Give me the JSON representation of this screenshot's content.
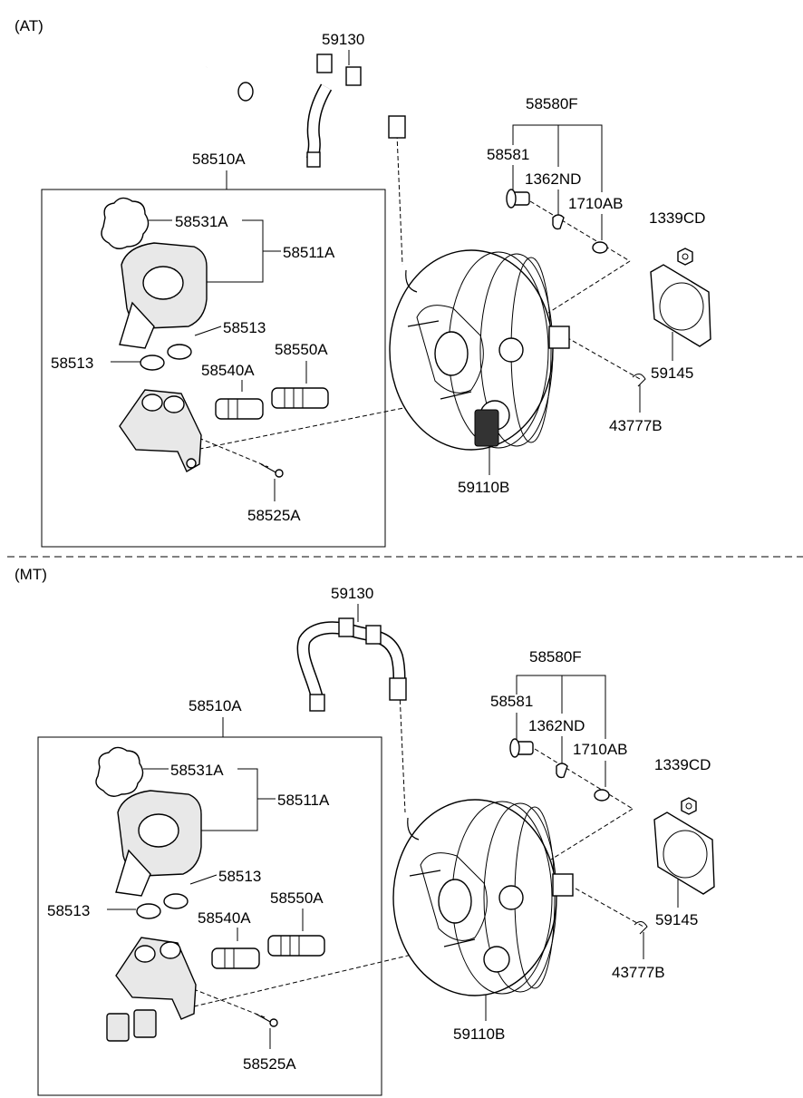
{
  "sections": [
    {
      "title": "(AT)",
      "labels": {
        "hose": "59130",
        "master_cyl_assy": "58510A",
        "cap": "58531A",
        "reservoir": "58511A",
        "grommet_upper": "58513",
        "grommet_left": "58513",
        "piston_secondary": "58540A",
        "piston_primary": "58550A",
        "bolt": "58525A",
        "booster": "59110B",
        "pin_kit": "58580F",
        "pin": "58581",
        "clip": "1362ND",
        "washer": "1710AB",
        "nut": "1339CD",
        "gasket": "59145",
        "snap_pin": "43777B"
      }
    },
    {
      "title": "(MT)",
      "labels": {
        "hose": "59130",
        "master_cyl_assy": "58510A",
        "cap": "58531A",
        "reservoir": "58511A",
        "grommet_upper": "58513",
        "grommet_left": "58513",
        "piston_secondary": "58540A",
        "piston_primary": "58550A",
        "bolt": "58525A",
        "booster": "59110B",
        "pin_kit": "58580F",
        "pin": "58581",
        "clip": "1362ND",
        "washer": "1710AB",
        "nut": "1339CD",
        "gasket": "59145",
        "snap_pin": "43777B"
      }
    }
  ]
}
